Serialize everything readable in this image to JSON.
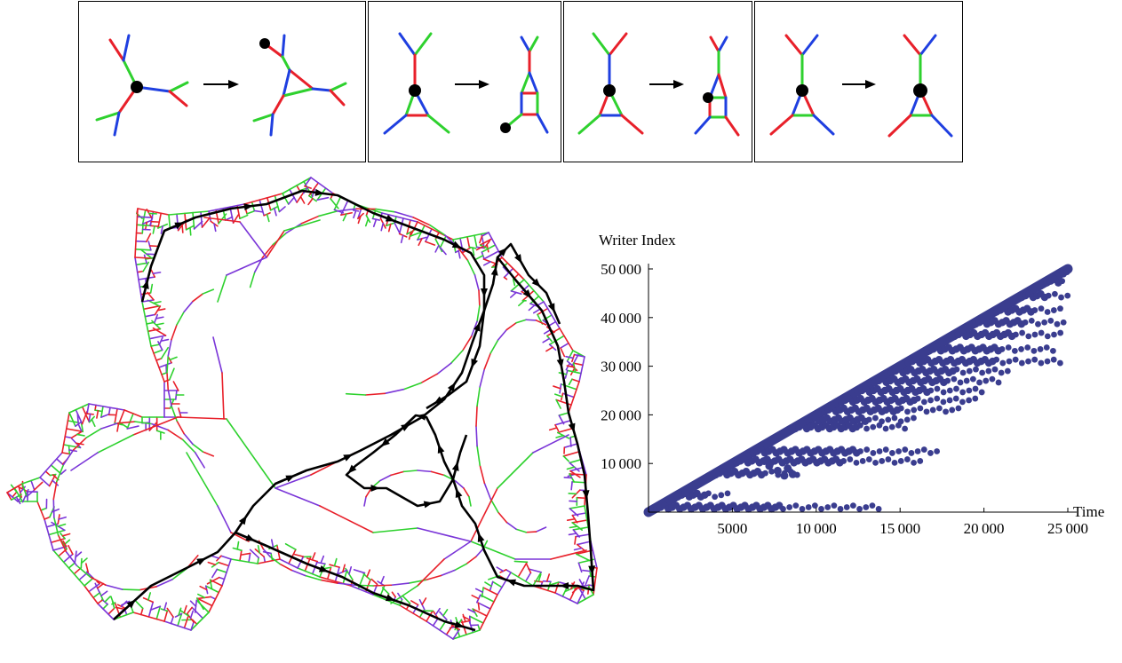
{
  "colors": {
    "red": "#e8202a",
    "green": "#2ed12e",
    "blue": "#1f3fe0",
    "purple": "#7a35d8",
    "node": "#000000",
    "points": "#3a3d8f"
  },
  "rules": [
    {
      "name": "rule-1",
      "arrow": "arrow-right-icon"
    },
    {
      "name": "rule-2",
      "arrow": "arrow-right-icon"
    },
    {
      "name": "rule-3",
      "arrow": "arrow-right-icon"
    },
    {
      "name": "rule-4",
      "arrow": "arrow-right-icon"
    }
  ],
  "chart_data": {
    "type": "scatter",
    "xlabel": "Time",
    "ylabel": "Writer Index",
    "xlim": [
      0,
      25000
    ],
    "ylim": [
      0,
      50000
    ],
    "xticks": [
      5000,
      10000,
      15000,
      20000,
      25000
    ],
    "yticks": [
      10000,
      20000,
      30000,
      40000,
      50000
    ],
    "xtick_labels": [
      "5000",
      "10 000",
      "15 000",
      "20 000",
      "25 000"
    ],
    "ytick_labels": [
      "10 000",
      "20 000",
      "30 000",
      "40 000",
      "50 000"
    ],
    "diagonal": {
      "x": [
        0,
        25000
      ],
      "y": [
        0,
        50000
      ]
    },
    "horizontal_bands": [
      {
        "y": 49000,
        "x_end": 25000
      },
      {
        "y": 47500,
        "x_end": 25000
      },
      {
        "y": 44500,
        "x_end": 25000
      },
      {
        "y": 41500,
        "x_end": 24800
      },
      {
        "y": 39000,
        "x_end": 24800
      },
      {
        "y": 36500,
        "x_end": 24600
      },
      {
        "y": 33500,
        "x_end": 24500
      },
      {
        "y": 31000,
        "x_end": 24700
      },
      {
        "y": 29000,
        "x_end": 21500
      },
      {
        "y": 27000,
        "x_end": 21000
      },
      {
        "y": 25000,
        "x_end": 20000
      },
      {
        "y": 23000,
        "x_end": 19500
      },
      {
        "y": 21000,
        "x_end": 18500
      },
      {
        "y": 19000,
        "x_end": 16000
      },
      {
        "y": 17500,
        "x_end": 15500
      },
      {
        "y": 12500,
        "x_end": 17500
      },
      {
        "y": 10500,
        "x_end": 16500
      },
      {
        "y": 8000,
        "x_end": 9000
      },
      {
        "y": 3500,
        "x_end": 5000
      },
      {
        "y": 1000,
        "x_end": 14000
      }
    ]
  }
}
